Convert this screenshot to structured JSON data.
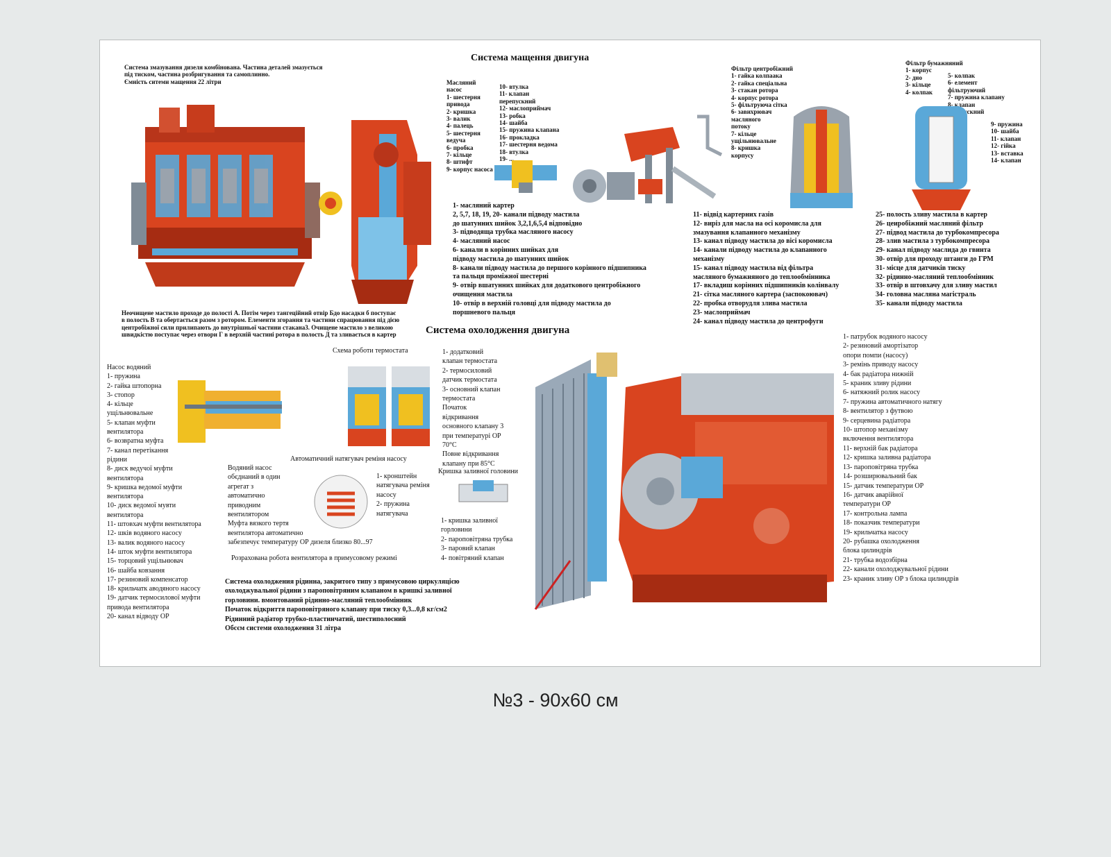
{
  "caption": "№3 - 90х60 см",
  "lub": {
    "title": "Система мащення двигуна",
    "intro": [
      "Система змазування дизеля комбінована. Частина деталей змазується",
      "під тиском, частина розбригування та самоплинно.",
      "Ємність ситеми мащення  22 літри"
    ],
    "pump_col1": [
      "Масляний",
      "насос",
      "1- шестерня",
      "привода",
      "2- кришка",
      "3- валик",
      "4- палець",
      "5- шестерня",
      "ведуча",
      "6- пробка",
      "7- кільце",
      "8- штифт",
      "9- корпус насоса"
    ],
    "pump_col2": [
      "10- втулка",
      "11- клапан",
      "перепускний",
      "12- маслоприймач",
      "13- робка",
      "14- шайба",
      "15- пружина клапана",
      "16- прокладка",
      "17- шестерня ведома",
      "18- втулка",
      "19- ..."
    ],
    "centrifuge": [
      "Фільтр центробіжний",
      "1- гайка колпаака",
      "2- гайка спеціальна",
      "3- стакан ротора",
      "4- корпус ротора",
      "5- фільтруюча сітка",
      "6- завихрювач",
      "масляного",
      "потоку",
      "7- кільце",
      "ущільнювальне",
      "8- кришка",
      "корпусу"
    ],
    "paper_col1": [
      "Фільтр бумажняний",
      "1- корпус",
      "2- дно",
      "3- кільце",
      "4- колпак"
    ],
    "paper_col2": [
      "5- колпак",
      "6- елемент",
      "фільтруючий",
      "7- пружина клапану",
      "8- клапан",
      "перепускний"
    ],
    "paper_col3": [
      "9- пружина",
      "10- шайба",
      "11- клапан",
      "12- гійка",
      "13- вставка",
      "14- клапан"
    ],
    "legend1": [
      "1- масляний картер",
      "2, 5,7, 18, 19, 20- канали підводу мастила",
      "до шатунних шийок 3,2,1,6,5,4 відповідно",
      "3- підводяща трубка масляного насосу",
      "4- масляний насос",
      "6- канали в корінних шийках для",
      "підводу мастила до шатунних шийок",
      "8- канали підводу мастила до першого корінного підшипника",
      "та пальця проміжної шестерні",
      "9- отвір  вшатунних шийках для додаткового центробіжного",
      "очищення мастила",
      "10- отвір в верхній головці для підводу мастила до",
      "поршневого пальця"
    ],
    "legend2": [
      "11- відвід картерних газів",
      "12- виріз для масла на осі коромисла для",
      "змазування клапанного механізму",
      "13- канал підводу мастила до вісі коромисла",
      "14- канали підводу мастила до клапанного",
      " механізму",
      "15- канал підводу мастила від фільтра",
      " масляного бумажняного до теплообмінника",
      "17- вкладиш корінних підшипників колінвалу",
      "21- сітка масляного картера (заспокоювач)",
      "22- пробка отворудля злива мастила",
      "23- маслоприймач",
      "24- канал підводу мастила до центрофуги"
    ],
    "legend3": [
      "25- полость зливу мастила в картер",
      "26- цеиробіжний масляний фільтр",
      "27- підвод мастила до турбокомпресора",
      "28- злив мастила з турбокомпресора",
      "29- канал підводу маслида до гвинта",
      "30- отвір для проходу штанги до ГРМ",
      "31- місце для датчиків тиску",
      "32- рідинно-масляний теплообмінник",
      "33- отвір в штовхачу для зливу мастил",
      "34- головна масляна магістраль",
      "35- канали підводу мастила"
    ],
    "note": [
      "Неочищене мастило проходе до полості А. Потім через тангеційний отвір Бдо насадки б поступає",
      "в полость В та обертається разом з ротором. Елементи згорання та частини спрацювання під дією",
      "центробіжної сили прилипають до внутрішньої частини стакана3. Очищене мастило з великою",
      "швидкістю поступає через отвори Г в верхній частині ротора в полость Д та зливається в картер"
    ]
  },
  "cool": {
    "title": "Система охолодження двигуна",
    "thermo_title": "Схема роботи термостата",
    "pump": [
      "Насос водяний",
      "1- пружина",
      "2- гайка штопорна",
      "3- стопор",
      "4- кільце",
      " ущільнювальне",
      "5- клапан муфти",
      "вентилятора",
      "6- возвратна муфта",
      "7- канал перетікання",
      "рідини",
      "8- диск ведучої муфти",
      "вентилятора",
      "9- кришка ведомої муфти",
      "вентилятора",
      "10- диск ведомої мувти",
      "вентилятора",
      "11- штовхач муфти вентилятора",
      "12- шків водяного насосу",
      "13- валик водяного насосу",
      "14- шток муфти вентилятора",
      "15- торцовий ущільнювач",
      "16- шайба ковзання",
      "17- резиновий компенсатор",
      "18- крильчатк аводяного насосу",
      "19- датчик термосилової муфти",
      "привода вентилятора",
      "20- канал відводу ОР"
    ],
    "thermo": [
      "1- додатковий",
      "клапан термостата",
      "2- термосиловий",
      "датчик термостата",
      "3- основний клапан",
      "термостата",
      "Початок",
      "відкривання",
      "основного клапану 3",
      "при температурі ОР",
      "70°С",
      "Повне відкривання",
      "клапану при 85°С"
    ],
    "tensioner_title": "Автоматичний натягувач реміня насоcу",
    "tensioner": [
      "1- кронштейн",
      "натягувача реміня",
      "насосу",
      "2- пружина",
      "натягувача"
    ],
    "fan_note": [
      "Водяний насос",
      "обєднаний в один",
      " агрегат з",
      " автоматично",
      " приводним",
      "  вентилятором",
      "Муфта вязкого тертя",
      "вентилятора автоматично",
      "забезпечує температуру ОР дизеля близко 80...97"
    ],
    "fan_calc": "Розрахована робота вентилятора в примусовому режимі",
    "cap_title": "Кришка заливної головини",
    "cap": [
      "1- кришка заливної",
      "горловини",
      "2- пароповітряна трубка",
      "3- паровий клапан",
      "4- повітряний клапан"
    ],
    "summary": [
      "Система охолоджения рідинна, закритого типу з примусовою циркуляцією",
      "охолоджувальної рідини з пароповітряним клапаном в кришкі заливної",
      "горловини. вмонтований рідинно-масляний теплообмінник",
      "Початок відкриття пароповітряного клапану при тиску 0,3...0,8 кг/см2",
      "Рідинний радіатор трубко-пластинчатий, шестиполосний",
      "Обсєм системи охолодження 31 літра"
    ],
    "legend": [
      "1- патрубок водяного насосу",
      "2- резиновий амортізатор",
      "опори помпи (насосу)",
      "3- ремінь приводу насосу",
      "4- бак радіатора нижній",
      "5- краник зливу рідини",
      "6- натяжний ролик  насосу",
      "7- пружина автоматичного натягу",
      "8- вентилятор з футвою",
      "9- серцевина радіатора",
      "10- штопор механізму",
      " включення вентилятора",
      "11- верхній бак радіатора",
      "12- кришка заливна радіатора",
      "13- пароповітряна трубка",
      "14- розширювальний бак",
      "15- датчик температури ОР",
      "16- датчик аварійної",
      " температури ОР",
      "17- контрольна лампа",
      "18- показчик температури",
      "19- крильчатка насосу",
      "20- рубашка охолодження",
      "блока цилиндрів",
      "21- трубка водозбірна",
      "22- канали охолоджувальної рідини",
      "23- краник зливу ОР з блока цилиндрів"
    ]
  },
  "colors": {
    "engine": "#d9441f",
    "engine_dark": "#a62c12",
    "oil": "#5aa8d8",
    "yellow": "#f0c020",
    "radiator": "#9aa9b8"
  }
}
